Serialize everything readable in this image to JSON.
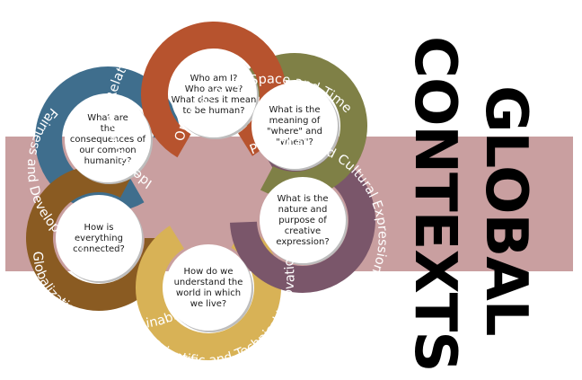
{
  "title": {
    "line1": "GLOBAL",
    "line2": "CONTEXTS"
  },
  "colors": {
    "band": "#c99fa0",
    "identities": "#b7532e",
    "orientation": "#7f8046",
    "personal": "#7a566a",
    "scientific": "#d8b256",
    "globalization": "#8a5b22",
    "fairness": "#3f6e8d",
    "circle_fill": "#ffffff",
    "circle_shadow": "#bdbdbd"
  },
  "contexts": [
    {
      "key": "identities",
      "label": "Identities and Relationships",
      "question": [
        "Who am I?",
        "Who are we?",
        "What does it mean",
        "to be human?"
      ]
    },
    {
      "key": "orientation",
      "label": "Orientation in Space and Time",
      "question": [
        "What is the",
        "meaning of",
        "\"where\" and",
        "\"when\"?"
      ]
    },
    {
      "key": "personal",
      "label": "Personal and Cultural Expression",
      "question": [
        "What is the",
        "nature and",
        "purpose of",
        "creative",
        "expression?"
      ]
    },
    {
      "key": "scientific",
      "label": "Scientific and Technical Innovation",
      "question": [
        "How do we",
        "understand the",
        "world in which",
        "we live?"
      ]
    },
    {
      "key": "globalization",
      "label": "Globalization and Sustainability",
      "question": [
        "How is",
        "everything",
        "connected?"
      ]
    },
    {
      "key": "fairness",
      "label": "Fairness and Development",
      "question": [
        "What are",
        "the",
        "consequences of",
        "our common",
        "humanity?"
      ]
    }
  ]
}
